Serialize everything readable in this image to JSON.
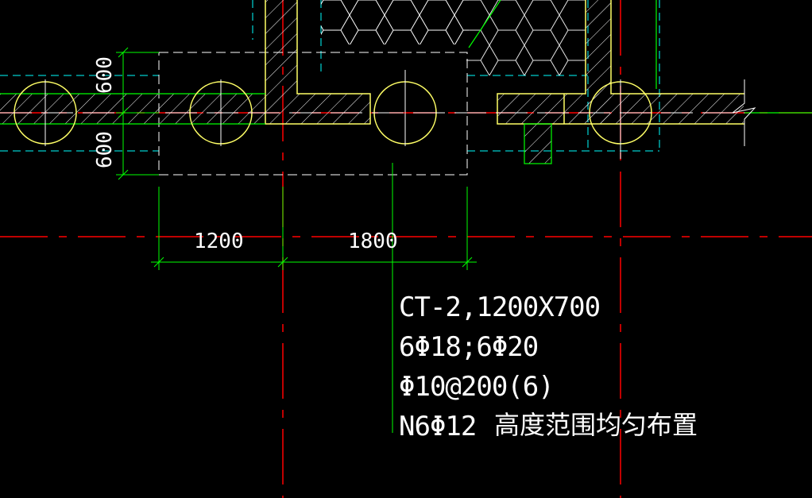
{
  "drawing": {
    "dimensions": {
      "vertical_top": "600",
      "vertical_bottom": "600",
      "horizontal_left": "1200",
      "horizontal_right": "1800"
    },
    "annotation": {
      "line1": "CT-2,1200X700",
      "line2": "6Φ18;6Φ20",
      "line3": "Φ10@200(6)",
      "line4_code": "N6Φ12",
      "line4_text": "高度范围均匀布置"
    }
  },
  "colors": {
    "background": "#000000",
    "axis": "#ff0000",
    "dimension": "#00ff00",
    "outline": "#ffff66",
    "hidden": "#00ffff",
    "hatch": "#ffffff",
    "text": "#ffffff"
  }
}
